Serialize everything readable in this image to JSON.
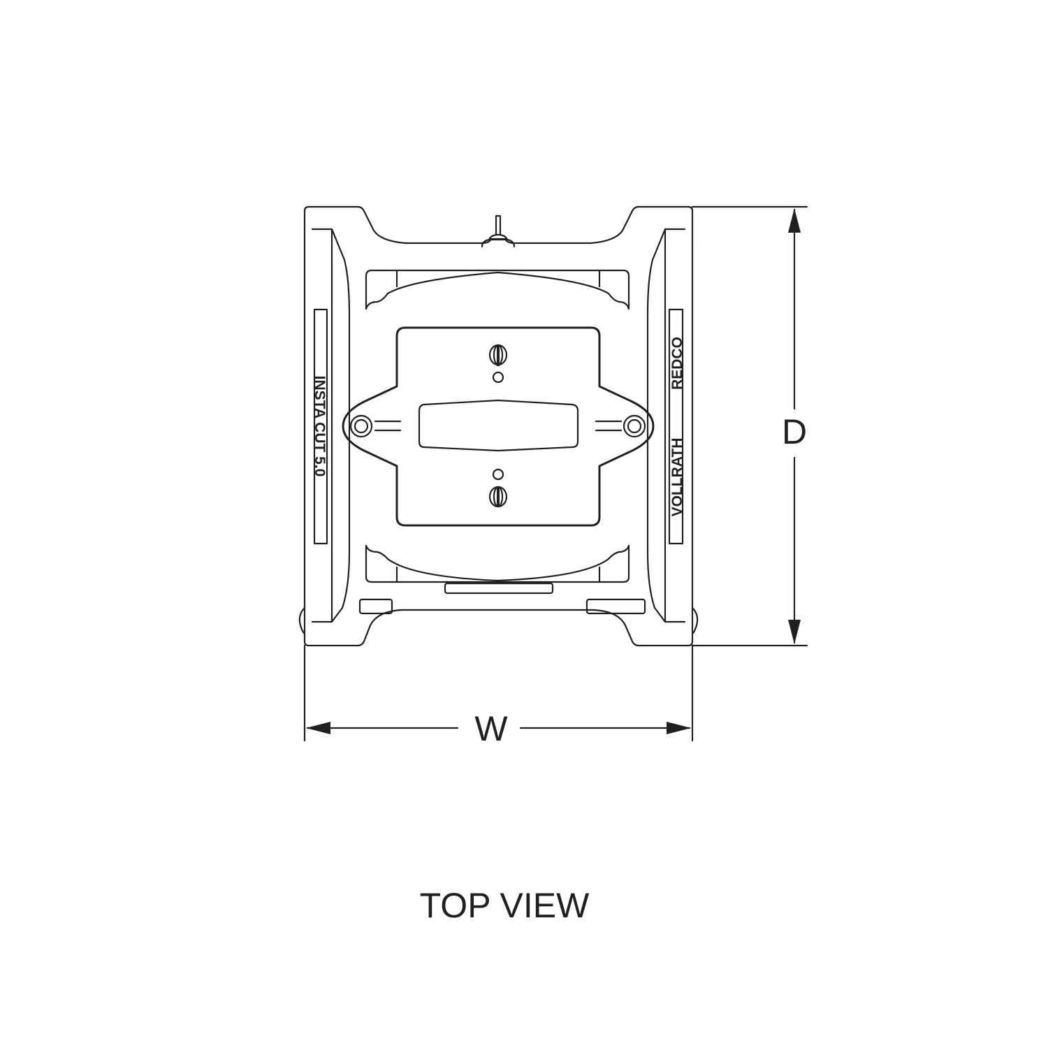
{
  "drawing": {
    "view_title": "TOP VIEW",
    "dimension_depth_label": "D",
    "dimension_width_label": "W",
    "left_rail_text": "INSTA CUT 5.0",
    "right_rail_text_1": "REDCO",
    "right_rail_text_2": "VOLLRATH"
  },
  "colors": {
    "line": "#231f20",
    "background": "#ffffff"
  }
}
